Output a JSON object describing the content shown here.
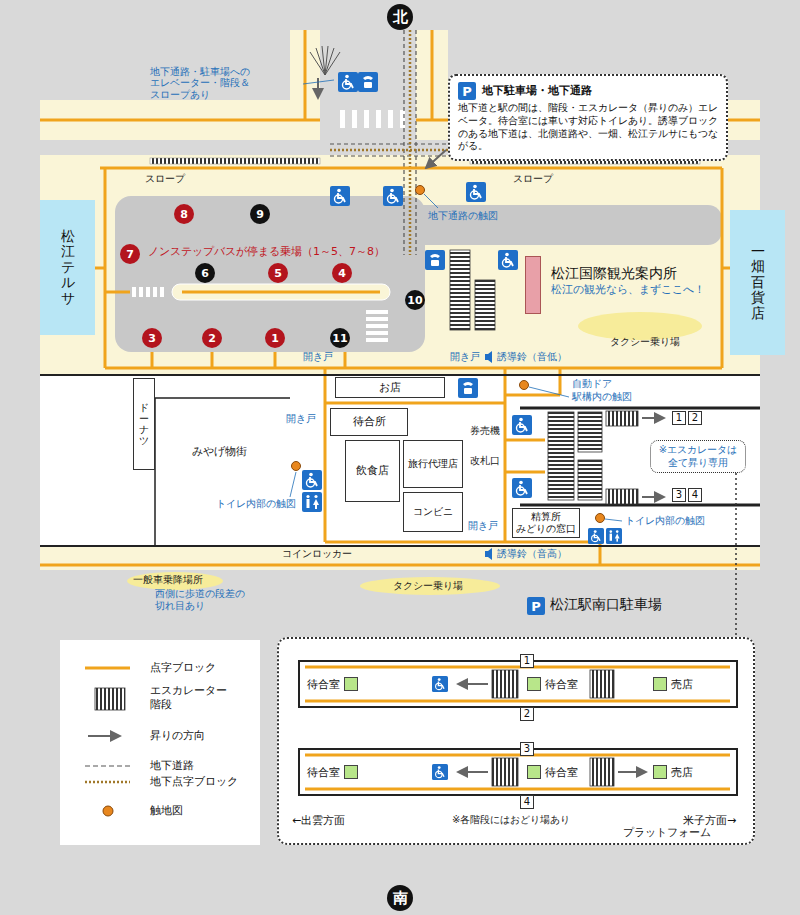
{
  "diagram": {
    "nodes": [
      {
        "text": [
          "北"
        ]
      },
      {
        "text": [
          "地下駐車場・地下通路",
          "地下道と駅の間は、階段・エスカレータ（昇りのみ）エレベータ。待合室には車いす対応トイレあり。誘導ブロックのある地下道は、北側道路や、一畑、松江テルサにもつながる。"
        ]
      },
      {
        "text": [
          "P"
        ],
        "in": 1
      },
      {
        "text": [
          "松江テルサ"
        ]
      },
      {
        "text": [
          "8"
        ]
      },
      {
        "text": [
          "9"
        ]
      },
      {
        "text": [
          "7"
        ]
      },
      {
        "text": [
          "6"
        ]
      },
      {
        "text": [
          "5"
        ]
      },
      {
        "text": [
          "4"
        ]
      },
      {
        "text": [
          "松江国際観光案内所",
          "松江の観光なら、まずここへ！"
        ]
      },
      {
        "text": [
          "一畑百貨店"
        ]
      },
      {
        "text": [
          "10"
        ]
      },
      {
        "text": [
          "3"
        ]
      },
      {
        "text": [
          "2"
        ]
      },
      {
        "text": [
          "1"
        ]
      },
      {
        "text": [
          "11"
        ]
      },
      {
        "text": [
          "お店"
        ]
      },
      {
        "text": [
          "ドーナツ"
        ]
      },
      {
        "text": [
          "待合所"
        ]
      },
      {
        "text": [
          "飲食店"
        ]
      },
      {
        "text": [
          "旅行代理店"
        ]
      },
      {
        "text": [
          "コンビニ"
        ]
      },
      {
        "text": [
          "精算所 みどりの窓口"
        ]
      },
      {
        "text": [
          "1"
        ]
      },
      {
        "text": [
          "2"
        ]
      },
      {
        "text": [
          "※エスカレータは全て昇り専用"
        ]
      },
      {
        "text": [
          "3"
        ]
      },
      {
        "text": [
          "4"
        ]
      },
      {
        "text": [
          "P"
        ]
      },
      {
        "text": [
          "プラットフォーム"
        ]
      },
      {
        "text": [
          "1"
        ],
        "in": 30
      },
      {
        "text": [
          "待合室"
        ],
        "in": 30
      },
      {
        "text": [
          "待合室"
        ],
        "in": 30
      },
      {
        "text": [
          "売店"
        ],
        "in": 30
      },
      {
        "text": [
          "2"
        ],
        "in": 30
      },
      {
        "text": [
          "3"
        ],
        "in": 30
      },
      {
        "text": [
          "待合室"
        ],
        "in": 30
      },
      {
        "text": [
          "待合室"
        ],
        "in": 30
      },
      {
        "text": [
          "売店"
        ],
        "in": 30
      },
      {
        "text": [
          "4"
        ],
        "in": 30
      },
      {
        "text": [
          "南"
        ]
      }
    ],
    "edges": [
      {
        "from": 26,
        "to": 30,
        "arrow": "none"
      }
    ],
    "labels": [
      "地下通路・駐車場への エレベーター・階段＆スロープあり",
      "スロープ",
      "スロープ",
      "地下通路の触図",
      "ノンステップバスが停まる乗場（1～5、7～8）",
      "タクシー乗り場",
      "開き戸",
      "開き戸",
      "誘導鈴（音低）",
      "自動ドア",
      "駅構内の触図",
      "開き戸",
      "みやげ物街",
      "券売機",
      "改札口",
      "トイレ内部の触図",
      "開き戸",
      "トイレ内部の触図",
      "コインロッカー",
      "誘導鈴（音高）",
      "一般車乗降場所",
      "西側に歩道の段差の切れ目あり",
      "タクシー乗り場",
      "松江駅南口駐車場",
      "※各階段にはおどり場あり",
      "←出雲方面",
      "米子方面→"
    ],
    "legend": [
      {
        "text": "点字ブロック"
      },
      {
        "text": "エスカレーター 階段"
      },
      {
        "text": "昇りの方向"
      },
      {
        "text": "地下道路"
      },
      {
        "text": "地下点字ブロック"
      },
      {
        "text": "触地図"
      }
    ]
  }
}
